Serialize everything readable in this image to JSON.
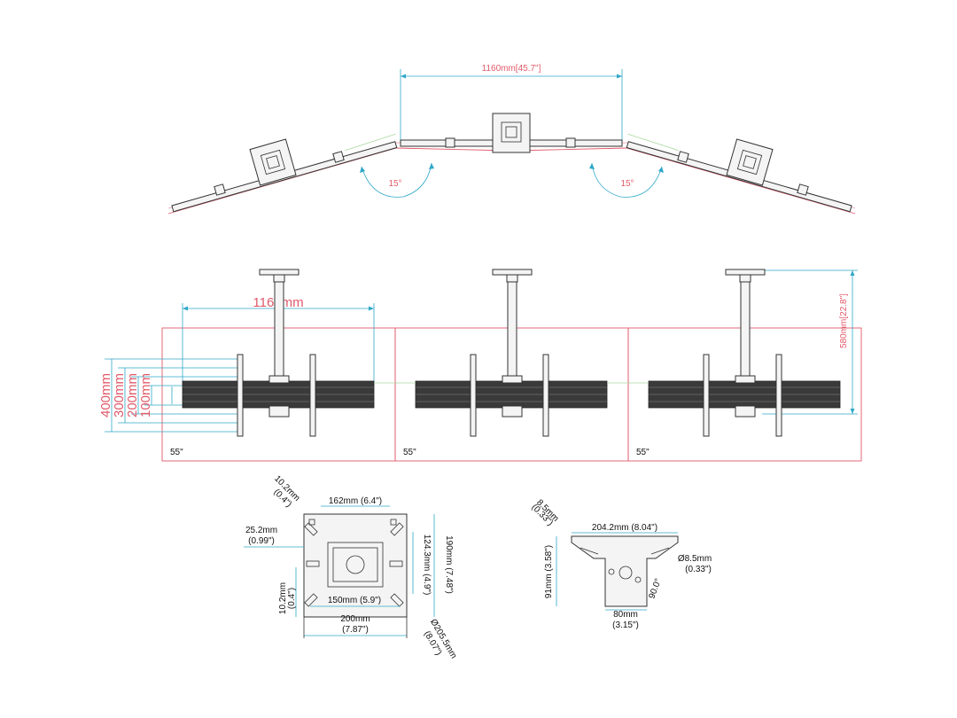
{
  "top_view": {
    "width_label": "1160mm[45.7\"]",
    "angle_left": "15°",
    "angle_right": "15°"
  },
  "front_view": {
    "span_label": "1160mm",
    "height_label": "580mm[22.8\"]",
    "vertical_labels": [
      "400mm",
      "300mm",
      "200mm",
      "100mm"
    ],
    "screen_labels": [
      "55\"",
      "55\"",
      "55\""
    ]
  },
  "plate_detail": {
    "top_width": "162mm (6.4\")",
    "corner_top": [
      "10.2mm",
      "(0.4\")"
    ],
    "left_offset": [
      "25.2mm",
      "(0.99\")"
    ],
    "left_small": [
      "10.2mm",
      "(0.4\")"
    ],
    "inner_height": "124.3mm (4.9\")",
    "outer_height": "190mm (7.48\")",
    "inner_width": "150mm (5.9\")",
    "outer_width": [
      "200mm",
      "(7.87\")"
    ],
    "diameter": [
      "Ø205.5mm",
      "(8.07\")"
    ]
  },
  "bracket_detail": {
    "hole_small": [
      "8.5mm",
      "(0.33\")"
    ],
    "width": "204.2mm (8.04\")",
    "height": "91mm (3.58\")",
    "hole": [
      "Ø8.5mm",
      "(0.33\")"
    ],
    "angle": "90.0°",
    "base": [
      "80mm",
      "(3.15\")"
    ]
  }
}
